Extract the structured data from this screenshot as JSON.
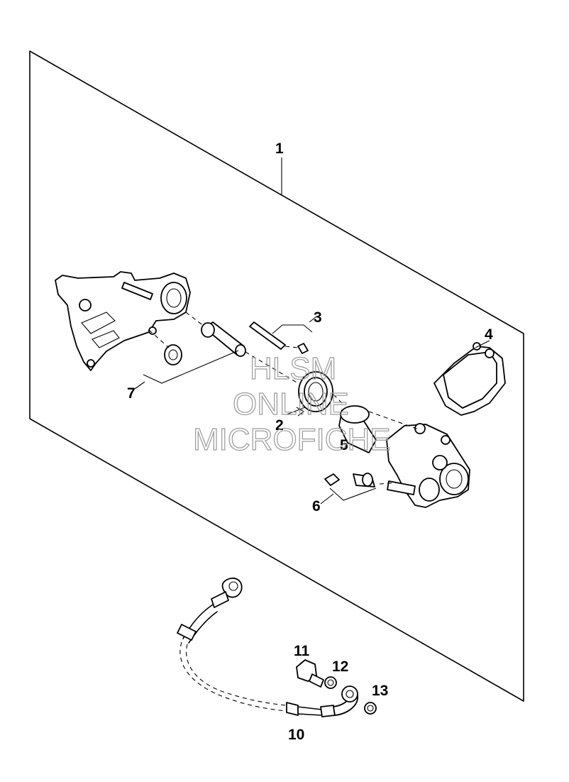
{
  "diagram": {
    "callouts": [
      {
        "id": "1",
        "text": "1"
      },
      {
        "id": "2",
        "text": "2"
      },
      {
        "id": "3",
        "text": "3"
      },
      {
        "id": "4",
        "text": "4"
      },
      {
        "id": "5",
        "text": "5"
      },
      {
        "id": "6",
        "text": "6"
      },
      {
        "id": "7",
        "text": "7"
      },
      {
        "id": "10",
        "text": "10"
      },
      {
        "id": "11",
        "text": "11"
      },
      {
        "id": "12",
        "text": "12"
      },
      {
        "id": "13",
        "text": "13"
      }
    ],
    "watermark": {
      "line1": "HLSM",
      "line2": "ONLINE",
      "line3": "MICROFICHE"
    }
  }
}
